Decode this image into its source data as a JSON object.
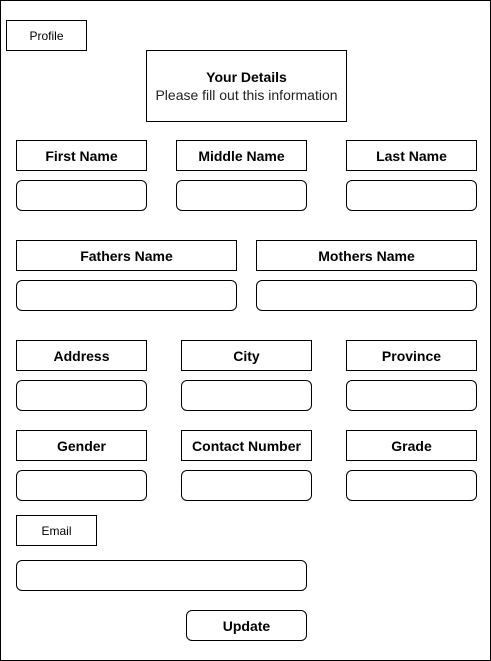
{
  "tab": {
    "profile_label": "Profile"
  },
  "header": {
    "title": "Your Details",
    "subtitle": "Please fill out this information"
  },
  "fields": {
    "first_name": {
      "label": "First Name",
      "value": ""
    },
    "middle_name": {
      "label": "Middle Name",
      "value": ""
    },
    "last_name": {
      "label": "Last Name",
      "value": ""
    },
    "fathers_name": {
      "label": "Fathers Name",
      "value": ""
    },
    "mothers_name": {
      "label": "Mothers Name",
      "value": ""
    },
    "address": {
      "label": "Address",
      "value": ""
    },
    "city": {
      "label": "City",
      "value": ""
    },
    "province": {
      "label": "Province",
      "value": ""
    },
    "gender": {
      "label": "Gender",
      "value": ""
    },
    "contact_number": {
      "label": "Contact Number",
      "value": ""
    },
    "grade": {
      "label": "Grade",
      "value": ""
    },
    "email": {
      "label": "Email",
      "value": ""
    }
  },
  "actions": {
    "update_label": "Update"
  }
}
